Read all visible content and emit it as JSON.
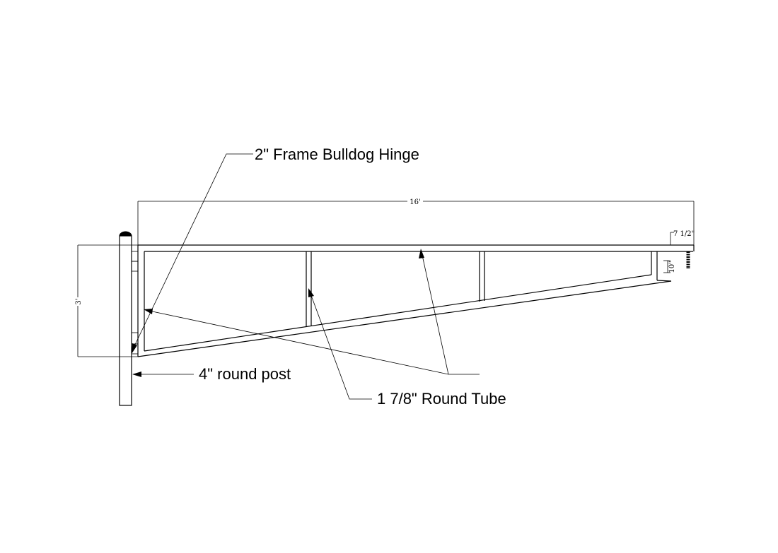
{
  "callouts": {
    "hinge": "2\" Frame Bulldog Hinge",
    "post": "4\" round post",
    "tube": "1 7/8\" Round Tube"
  },
  "dimensions": {
    "overall_length": "16'",
    "end_offset": "7 1/2\"",
    "end_height": "10\"",
    "gate_height": "3'"
  }
}
